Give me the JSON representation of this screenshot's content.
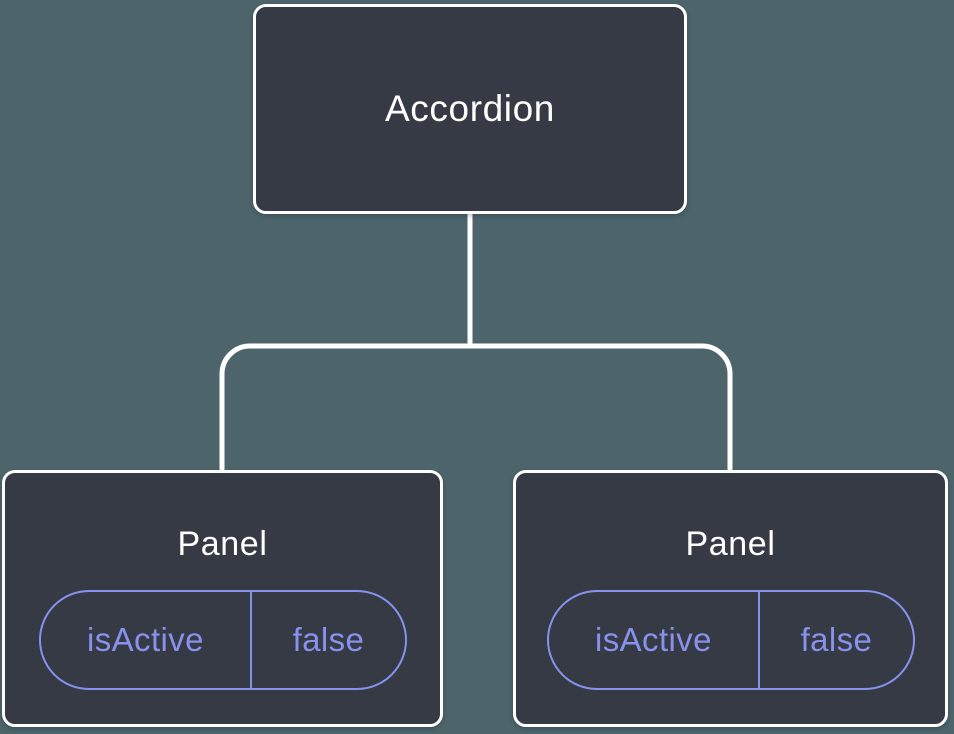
{
  "colors": {
    "canvas-bg": "#4d646b",
    "node-bg": "#353a45",
    "node-border": "#ffffff",
    "node-text": "#ffffff",
    "accent": "#8891ec",
    "connector": "#ffffff"
  },
  "tree": {
    "root": {
      "label": "Accordion"
    },
    "children": [
      {
        "label": "Panel",
        "state": {
          "name": "isActive",
          "value": "false"
        }
      },
      {
        "label": "Panel",
        "state": {
          "name": "isActive",
          "value": "false"
        }
      }
    ]
  }
}
